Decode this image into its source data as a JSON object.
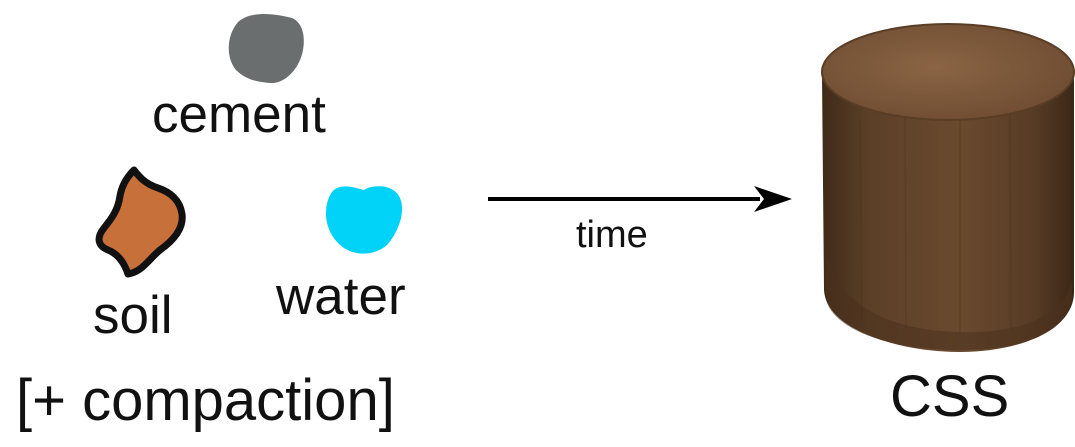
{
  "labels": {
    "cement": "cement",
    "soil": "soil",
    "water": "water",
    "compaction": "[+ compaction]",
    "process": "time",
    "product": "CSS"
  },
  "colors": {
    "cement": "#6b6e6f",
    "soil": "#c8703a",
    "soil_outline": "#111111",
    "water": "#00d2f8",
    "arrow": "#000000",
    "cylinder_body": "#5e4128",
    "cylinder_top": "#7a5538"
  },
  "icons": {
    "cement": "cement-blob-icon",
    "soil": "soil-blob-icon",
    "water": "water-blob-icon",
    "arrow": "arrow-right-icon",
    "product": "soil-cylinder-photo"
  }
}
